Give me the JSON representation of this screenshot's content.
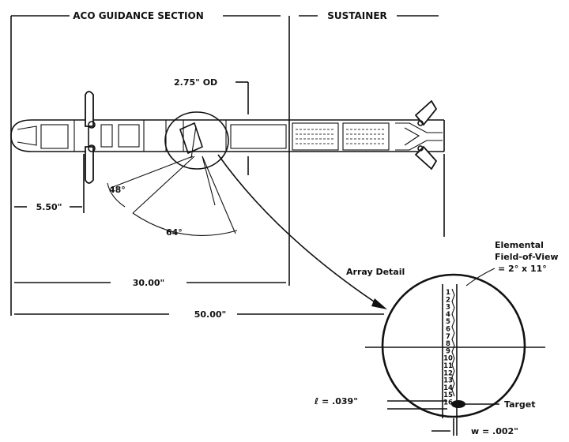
{
  "labels": {
    "guidance_section": "ACO GUIDANCE SECTION",
    "sustainer": "SUSTAINER",
    "od": "2.75\" OD",
    "dim_nose": "5.50\"",
    "dim_30": "30.00\"",
    "dim_50": "50.00\"",
    "angle_48": "48°",
    "angle_64": "64°",
    "array_detail": "Array Detail",
    "elemental": "Elemental",
    "fov": "Field-of-View",
    "fov_value": "= 2° x 11°",
    "l_value": "ℓ = .039\"",
    "target": "Target",
    "w_value": "w = .002\""
  },
  "array_elements": [
    "1",
    "2",
    "3",
    "4",
    "5",
    "6",
    "7",
    "8",
    "9",
    "10",
    "11",
    "12",
    "13",
    "14",
    "15",
    "16"
  ]
}
